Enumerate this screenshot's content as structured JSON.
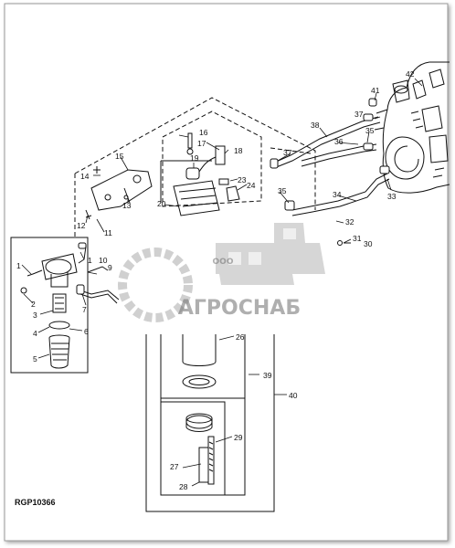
{
  "figure": {
    "id_label": "RGP10366"
  },
  "watermark": {
    "sub": "ООО",
    "text": "АГРОСНАБ"
  },
  "callouts": {
    "c1": "1",
    "c2": "2",
    "c3": "3",
    "c4": "4",
    "c5": "5",
    "c6": "6",
    "c7": "7",
    "c9": "9",
    "c10": "10",
    "c11": "11",
    "c12": "12",
    "c13": "13",
    "c14": "14",
    "c15": "15",
    "c16": "16",
    "c17": "17",
    "c18": "18",
    "c19": "19",
    "c20": "20",
    "c23": "23",
    "c24": "24",
    "c26": "26",
    "c27": "27",
    "c28": "28",
    "c29": "29",
    "c30": "30",
    "c31": "31",
    "c32": "32",
    "c33": "33",
    "c34": "34",
    "c35a": "35",
    "c35b": "35",
    "c36": "36",
    "c37a": "37",
    "c37b": "37",
    "c38": "38",
    "c39": "39",
    "c40": "40",
    "c41": "41",
    "c42": "42"
  }
}
